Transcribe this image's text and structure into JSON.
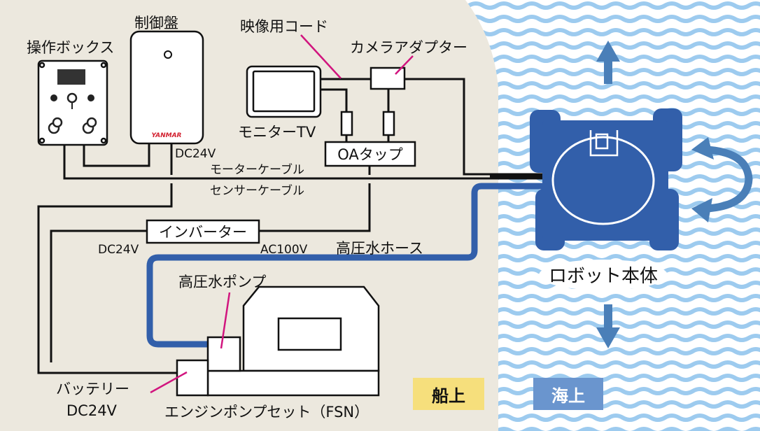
{
  "labels": {
    "operation_box": "操作ボックス",
    "control_panel": "制御盤",
    "control_panel_brand": "YANMAR",
    "video_cord": "映像用コード",
    "camera_adapter": "カメラアダプター",
    "monitor_tv": "モニターTV",
    "oa_tap": "OAタップ",
    "dc24v_panel": "DC24V",
    "motor_cable": "モーターケーブル",
    "sensor_cable": "センサーケーブル",
    "inverter": "インバーター",
    "dc24v_inverter": "DC24V",
    "ac100v": "AC100V",
    "hose": "高圧水ホース",
    "pump": "高圧水ポンプ",
    "battery": "バッテリー",
    "battery_voltage": "DC24V",
    "engine_pump_set": "エンジンポンプセット（FSN）",
    "robot": "ロボット本体",
    "onboard": "船上",
    "at_sea": "海上"
  },
  "colors": {
    "deck": "#ECE8DE",
    "wave": "#9DCBEF",
    "robot": "#325FAA",
    "hose": "#325FAA",
    "arrow": "#4A7FB8",
    "onboard_badge": "#F6DF7C",
    "sea_badge": "#6A95CE",
    "leader_line": "#D1147E",
    "brand": "#D2202F"
  }
}
